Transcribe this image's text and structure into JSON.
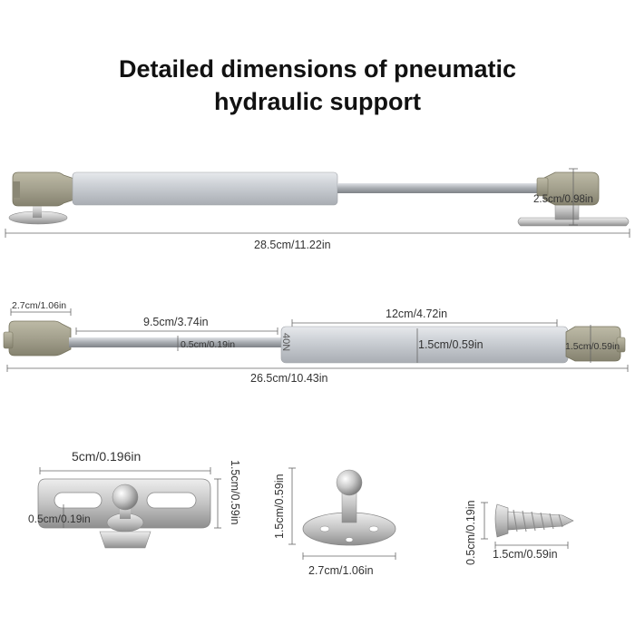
{
  "title": {
    "line1": "Detailed dimensions of pneumatic",
    "line2": "hydraulic support"
  },
  "strut_top": {
    "total_length": "28.5cm/11.22in",
    "end_height": "2.5cm/0.98in"
  },
  "strut_middle": {
    "end_width": "2.7cm/1.06in",
    "rod_length": "9.5cm/3.74in",
    "rod_diameter": "0.5cm/0.19in",
    "cylinder_length": "12cm/4.72in",
    "cylinder_diameter": "1.5cm/0.59in",
    "end_diameter": "1.5cm/0.59in",
    "total_length": "26.5cm/10.43in",
    "force_marking": "40N"
  },
  "bracket": {
    "width": "5cm/0.196in",
    "height": "1.5cm/0.59in",
    "hole": "0.5cm/0.19in"
  },
  "ball_mount": {
    "height": "1.5cm/0.59in",
    "width": "2.7cm/1.06in"
  },
  "screw": {
    "head": "0.5cm/0.19in",
    "length": "1.5cm/0.59in"
  },
  "colors": {
    "cylinder": "#c9cdd2",
    "end_cap": "#a3a08d",
    "rod": "#a7abb0",
    "metal": "#c8c8c8"
  }
}
